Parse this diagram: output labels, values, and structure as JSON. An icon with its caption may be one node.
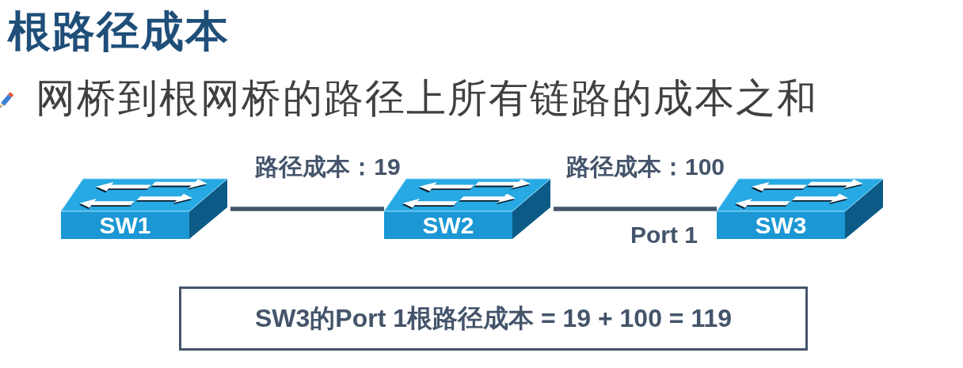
{
  "diagram": {
    "title": "根路径成本",
    "nodes": [
      {
        "text": [
          "SW1"
        ]
      },
      {
        "text": [
          "SW2"
        ]
      },
      {
        "text": [
          "SW3"
        ]
      },
      {
        "text": [
          "SW3的Port 1根路径成本 = 19 + 100 = 119"
        ]
      }
    ],
    "edges": [
      {
        "from": 0,
        "to": 1,
        "arrow": "none",
        "label": "路径成本：19"
      },
      {
        "from": 1,
        "to": 2,
        "arrow": "none",
        "label": "路径成本：100"
      }
    ],
    "labels": [
      "网桥到根网桥的路径上所有链路的成本之和",
      "Port 1"
    ]
  }
}
